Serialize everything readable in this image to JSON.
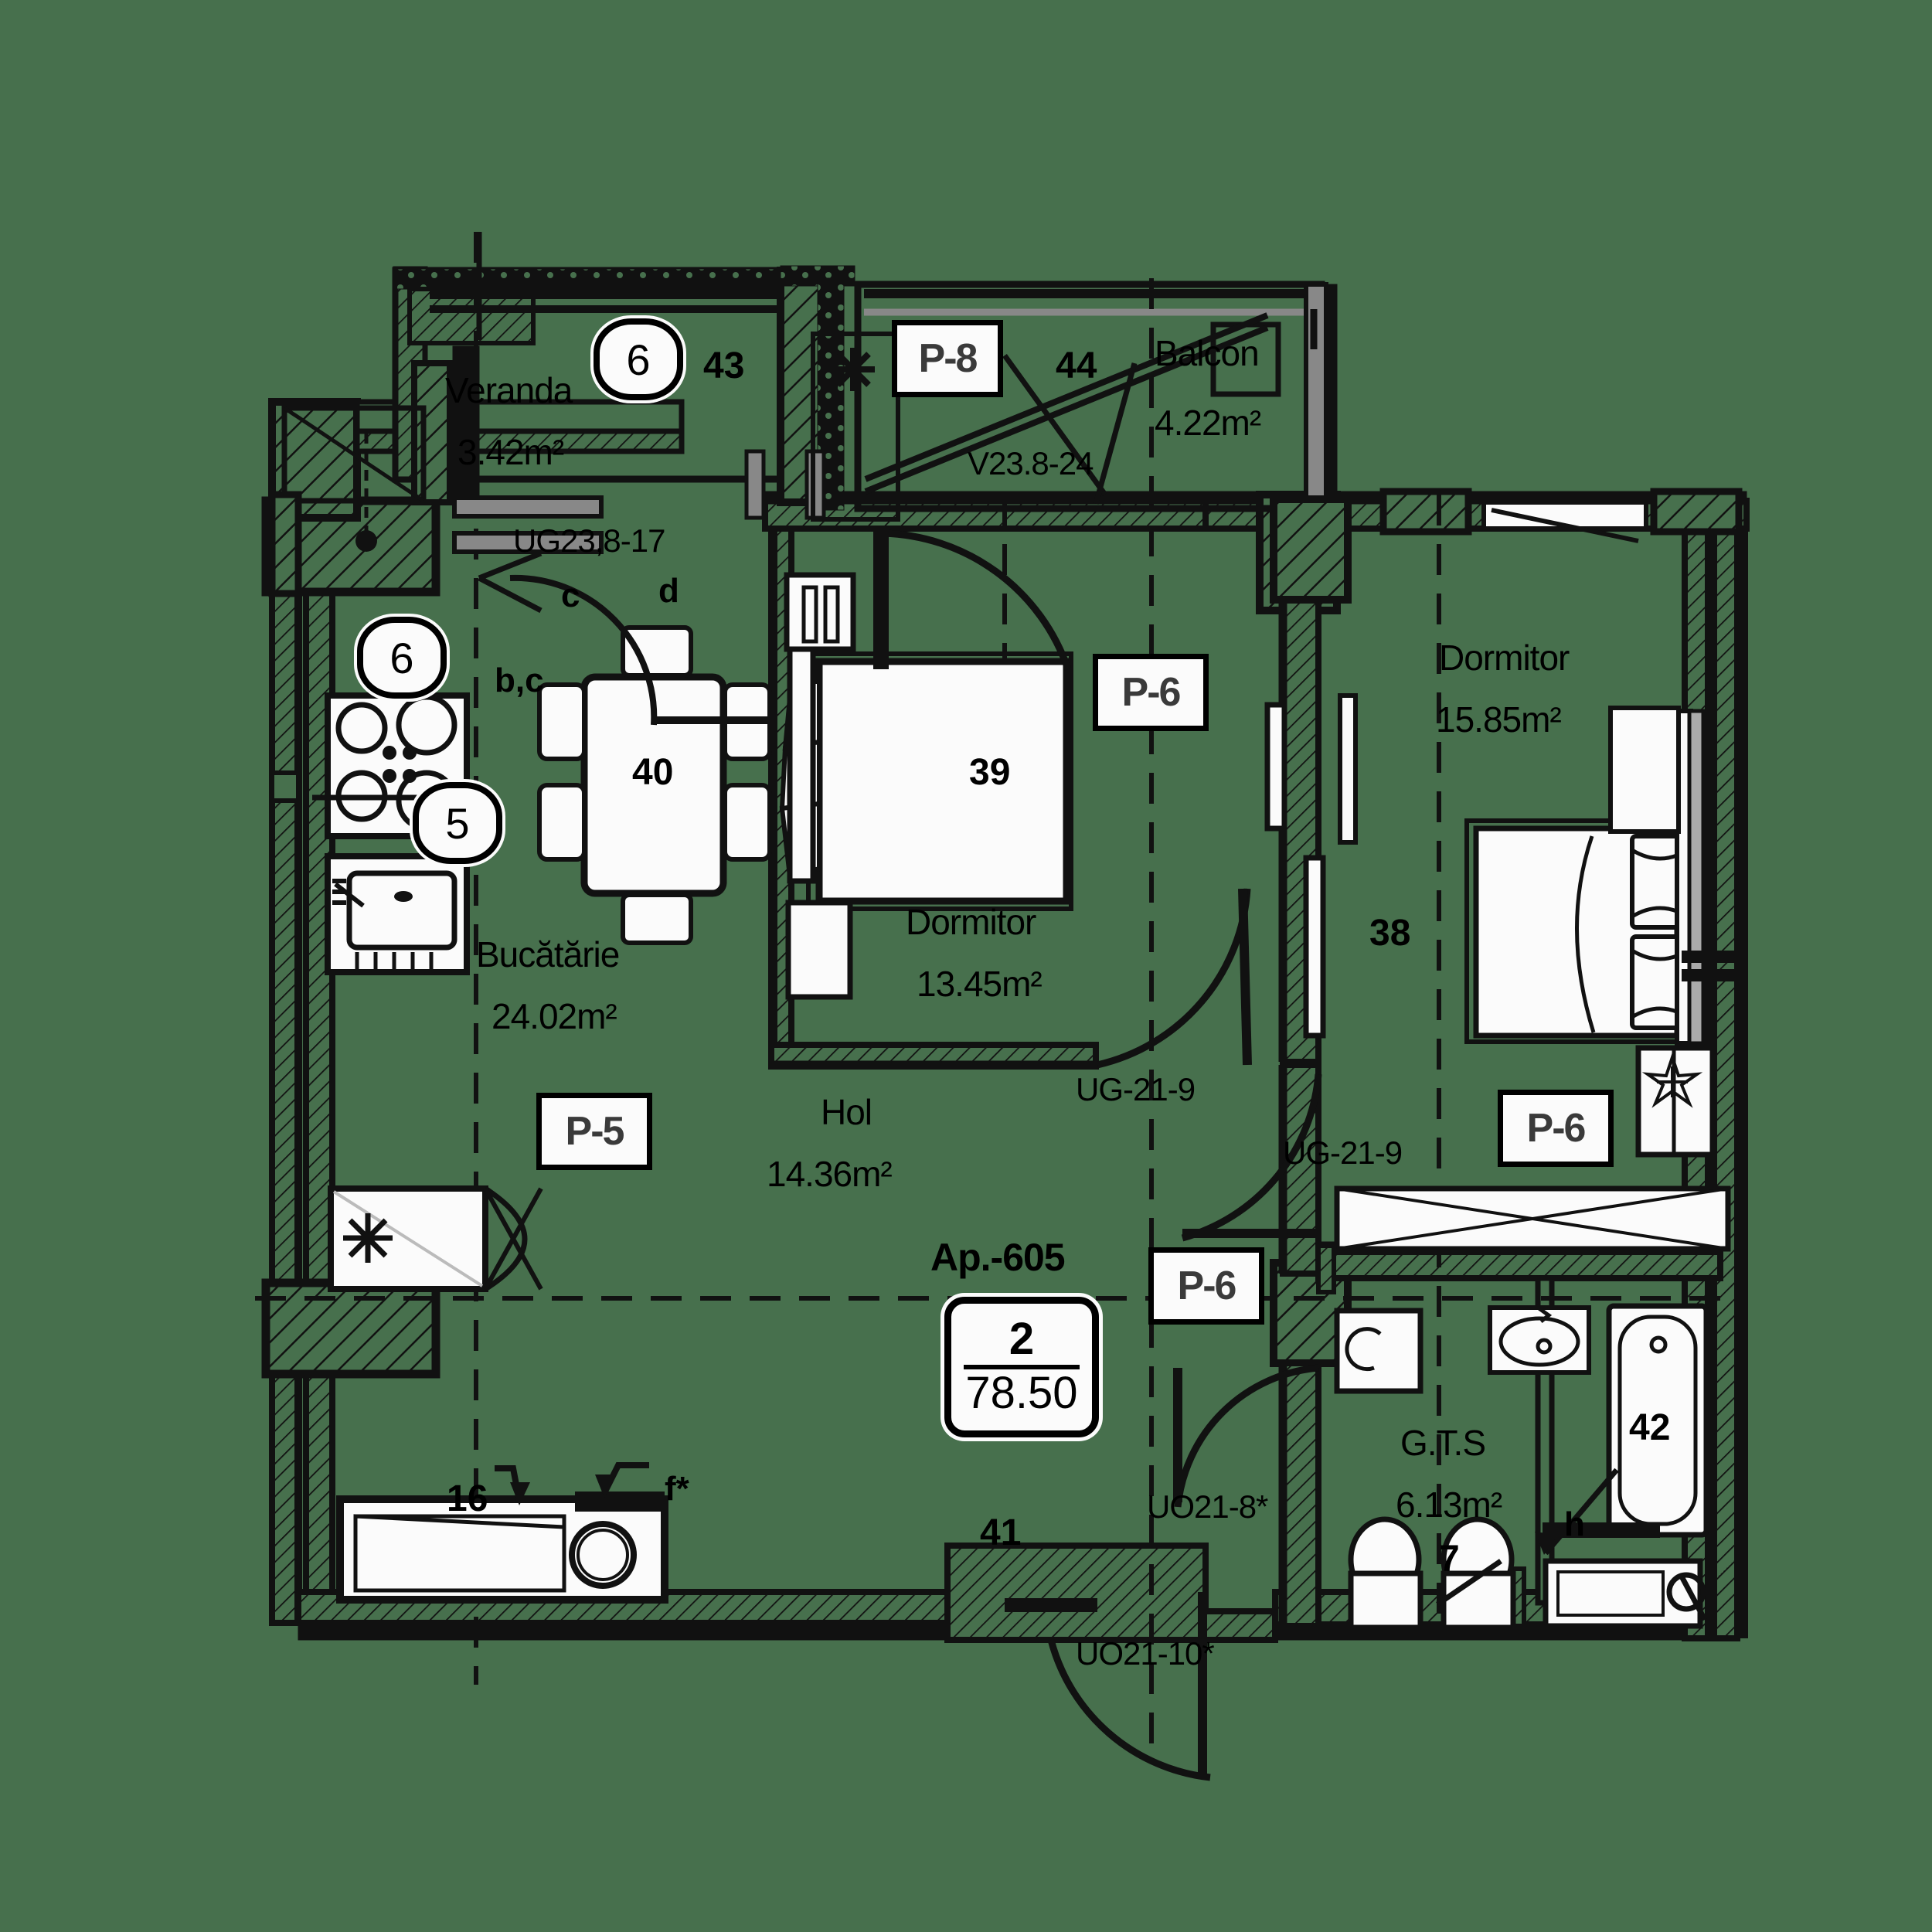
{
  "document": {
    "type": "architectural-floor-plan",
    "apartment_label": "Ap.-605",
    "background_color": "#47704d",
    "ink_color": "#000000"
  },
  "apartment_badge": {
    "rooms_count": "2",
    "total_area": "78.50"
  },
  "rooms": [
    {
      "name": "Veranda",
      "area": "3.42m²"
    },
    {
      "name": "Balcon",
      "area": "4.22m²"
    },
    {
      "name": "Bucătărie",
      "area": "24.02m²"
    },
    {
      "name": "Dormitor",
      "area": "13.45m²"
    },
    {
      "name": "Dormitor",
      "area": "15.85m²"
    },
    {
      "name": "Hol",
      "area": "14.36m²"
    },
    {
      "name": "G.T.S",
      "area": "6.13m²"
    }
  ],
  "door_tags": [
    {
      "label": "P-8"
    },
    {
      "label": "P-6"
    },
    {
      "label": "P-5"
    },
    {
      "label": "P-6"
    },
    {
      "label": "P-6"
    }
  ],
  "circle_tags": [
    {
      "label": "6"
    },
    {
      "label": "6"
    },
    {
      "label": "5"
    }
  ],
  "window_codes": [
    {
      "label": "UG23,8-17"
    },
    {
      "label": "V23.8-24"
    },
    {
      "label": "UG-21-9"
    },
    {
      "label": "UG-21-9"
    },
    {
      "label": "UO21-8*"
    },
    {
      "label": "UO21-10*"
    }
  ],
  "furniture_numbers": [
    {
      "label": "43"
    },
    {
      "label": "44"
    },
    {
      "label": "40"
    },
    {
      "label": "39"
    },
    {
      "label": "38"
    },
    {
      "label": "41"
    },
    {
      "label": "42"
    },
    {
      "label": "16"
    },
    {
      "label": "7"
    }
  ],
  "letter_marks": [
    {
      "label": "c"
    },
    {
      "label": "d"
    },
    {
      "label": "b,c"
    },
    {
      "label": "f*"
    },
    {
      "label": "h"
    }
  ]
}
